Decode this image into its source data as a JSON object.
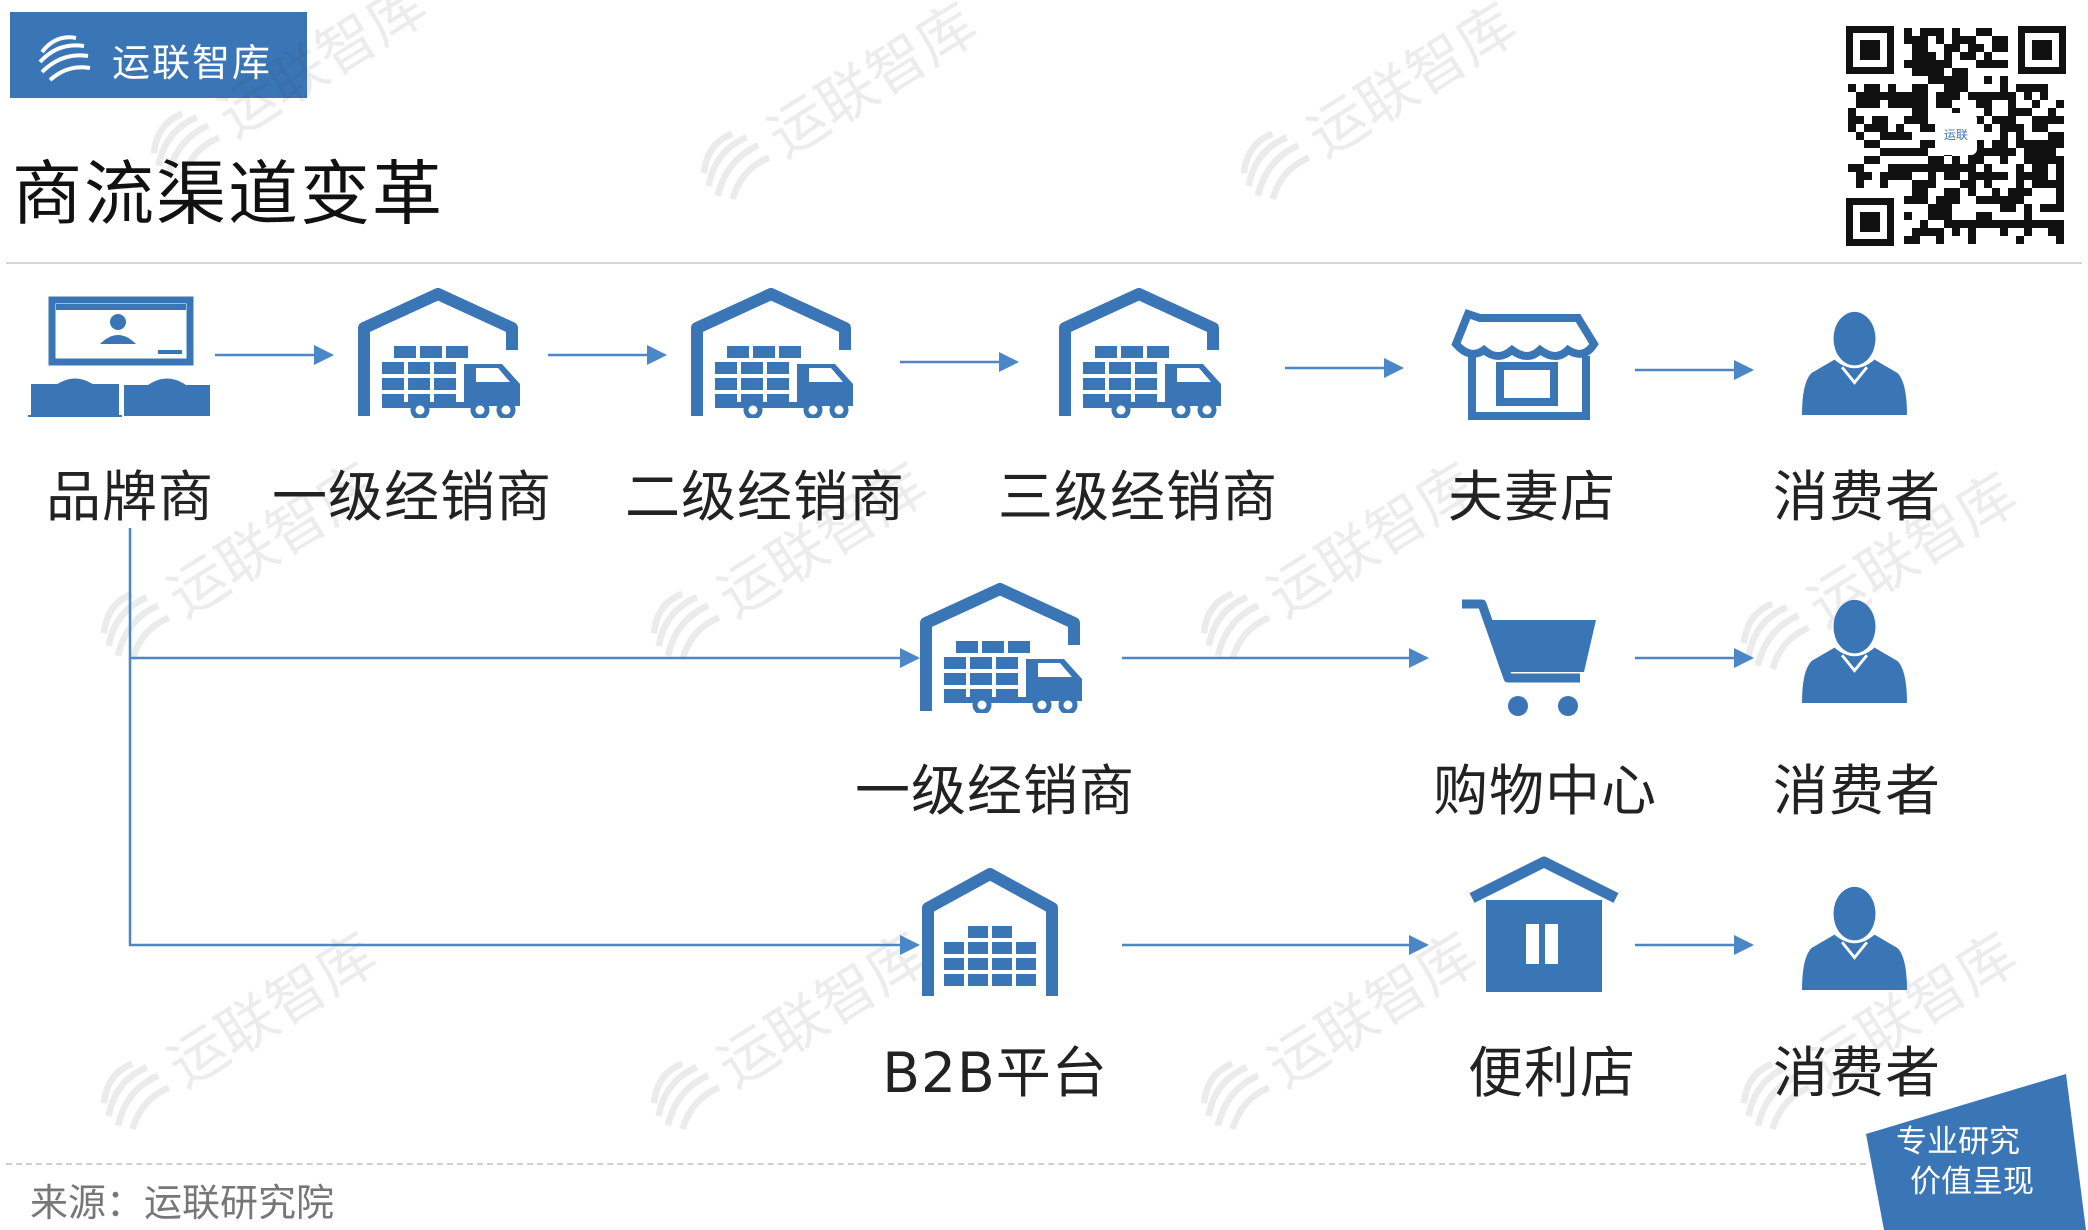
{
  "brand": {
    "name": "运联智库",
    "primary_color": "#3a76b6",
    "logo_icon": "swirl-globe-icon"
  },
  "page": {
    "title": "商流渠道变革"
  },
  "qr": {
    "center_text": "运联"
  },
  "diagram": {
    "row1": [
      {
        "label": "品牌商",
        "icon": "brand-owner-icon"
      },
      {
        "label": "一级经销商",
        "icon": "warehouse-truck-icon"
      },
      {
        "label": "二级经销商",
        "icon": "warehouse-truck-icon"
      },
      {
        "label": "三级经销商",
        "icon": "warehouse-truck-icon"
      },
      {
        "label": "夫妻店",
        "icon": "storefront-icon"
      },
      {
        "label": "消费者",
        "icon": "person-icon"
      }
    ],
    "row2": [
      {
        "label": "一级经销商",
        "icon": "warehouse-truck-icon"
      },
      {
        "label": "购物中心",
        "icon": "shopping-cart-icon"
      },
      {
        "label": "消费者",
        "icon": "person-icon"
      }
    ],
    "row3": [
      {
        "label": "B2B平台",
        "icon": "warehouse-icon"
      },
      {
        "label": "便利店",
        "icon": "convenience-store-icon"
      },
      {
        "label": "消费者",
        "icon": "person-icon"
      }
    ],
    "icon_color": "#3a76b6",
    "arrow_color": "#4a86c8"
  },
  "footer": {
    "source": "来源：运联研究院",
    "badge_line1": "专业研究",
    "badge_line2": "价值呈现"
  }
}
